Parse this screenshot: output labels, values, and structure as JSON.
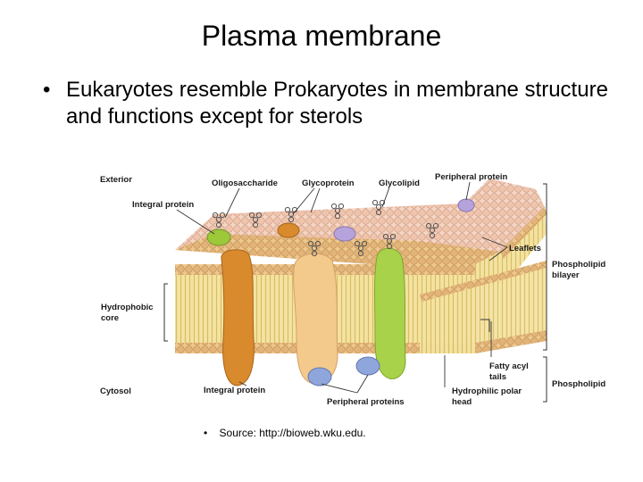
{
  "slide": {
    "title": "Plasma membrane",
    "bullet_symbol": "•",
    "bullet_text": "Eukaryotes resemble Prokaryotes in membrane structure and functions except for sterols",
    "source_symbol": "•",
    "source_text": "Source: http://bioweb.wku.edu."
  },
  "diagram": {
    "labels": {
      "exterior": "Exterior",
      "oligosaccharide": "Oligosaccharide",
      "glycoprotein": "Glycoprotein",
      "glycolipid": "Glycolipid",
      "peripheral_protein_top": "Peripheral protein",
      "integral_protein_top": "Integral protein",
      "leaflets": "Leaflets",
      "phospholipid_bilayer_1": "Phospholipid",
      "phospholipid_bilayer_2": "bilayer",
      "hydrophobic_core_1": "Hydrophobic",
      "hydrophobic_core_2": "core",
      "fatty_acyl_tails_1": "Fatty acyl",
      "fatty_acyl_tails_2": "tails",
      "phospholipid": "Phospholipid",
      "cytosol": "Cytosol",
      "integral_protein_bottom": "Integral protein",
      "peripheral_proteins_bottom": "Peripheral proteins",
      "hydrophilic_head_1": "Hydrophilic polar",
      "hydrophilic_head_2": "head"
    },
    "colors": {
      "head": "#e2b47a",
      "tail": "#f0dc8c",
      "protein_orange": "#d98a2c",
      "protein_peach": "#f3c98c",
      "protein_green": "#a8d24a",
      "protein_purple": "#b7a3dc",
      "protein_blue": "#8fa6dc",
      "pink_surface": "#f2c9b8"
    }
  }
}
